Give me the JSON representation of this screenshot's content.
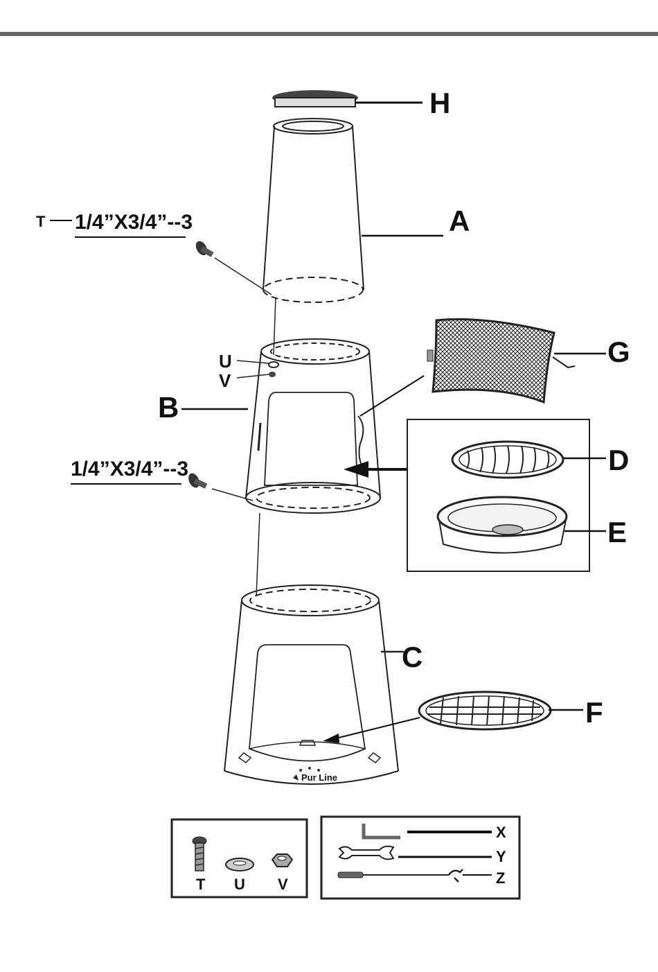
{
  "labels": {
    "H": "H",
    "A": "A",
    "B": "B",
    "C": "C",
    "D": "D",
    "E": "E",
    "F": "F",
    "G": "G",
    "T": "T",
    "U": "U",
    "V": "V"
  },
  "screw_spec_top": "1/4”X3/4”--3",
  "screw_spec_mid": "1/4”X3/4”--3",
  "brand": "Pur Line",
  "hardware_box": {
    "T": "T",
    "U": "U",
    "V": "V"
  },
  "tools_box": {
    "X": "X",
    "Y": "Y",
    "Z": "Z"
  }
}
